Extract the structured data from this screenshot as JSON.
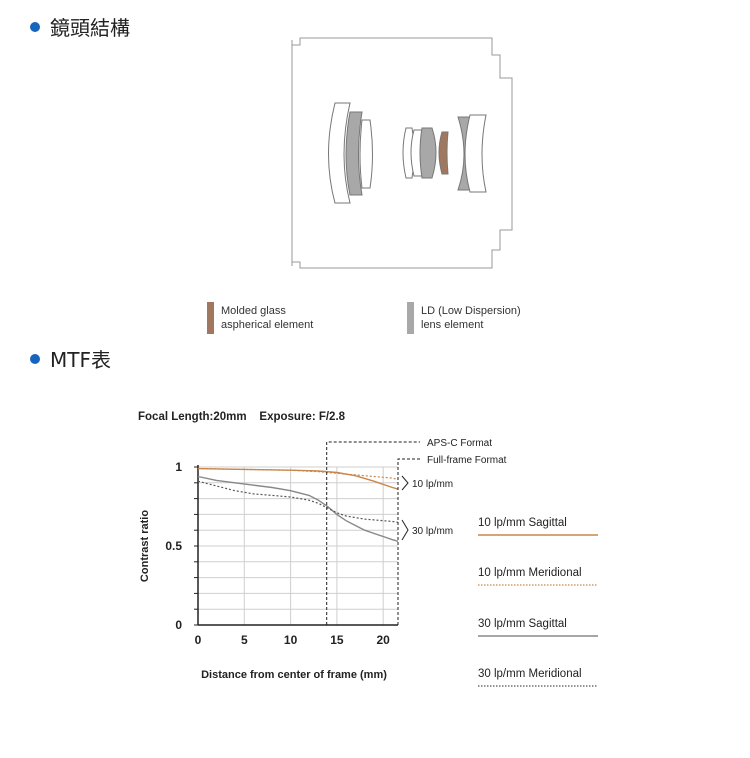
{
  "sections": {
    "lens_construction_title": "鏡頭結構",
    "mtf_title": "MTF表"
  },
  "lens_legend": [
    {
      "line1": "Molded glass",
      "line2": "aspherical element",
      "color": "#a07860"
    },
    {
      "line1": "LD (Low Dispersion)",
      "line2": "lens element",
      "color": "#a8a8a8"
    }
  ],
  "colors": {
    "bullet": "#1565c0",
    "sagittal_10": "#c8864a",
    "meridional_10": "#c8864a",
    "sagittal_30": "#888888",
    "meridional_30": "#555555"
  },
  "chart_data": {
    "type": "line",
    "header": "Focal Length:20mm    Exposure: F/2.8",
    "xlabel": "Distance from center of frame (mm)",
    "ylabel": "Contrast ratio",
    "xlim": [
      0,
      21.6
    ],
    "ylim": [
      0,
      1
    ],
    "x_ticks": [
      "0",
      "5",
      "10",
      "15",
      "20"
    ],
    "y_ticks": [
      "0",
      "0.5",
      "1"
    ],
    "annotations": {
      "apsc": "APS-C Format",
      "fullframe": "Full-frame Format",
      "apsc_x": 13.9,
      "fullframe_x": 21.6,
      "bracket_10": "10 lp/mm",
      "bracket_30": "30 lp/mm"
    },
    "series": [
      {
        "name": "10 lp/mm Sagittal",
        "style": "solid",
        "x": [
          0,
          5,
          10,
          13,
          15,
          17,
          19,
          21,
          21.6
        ],
        "y": [
          0.99,
          0.985,
          0.98,
          0.975,
          0.965,
          0.945,
          0.91,
          0.87,
          0.86
        ]
      },
      {
        "name": "10 lp/mm Meridional",
        "style": "dotted",
        "x": [
          0,
          5,
          10,
          13,
          15,
          17,
          19,
          21,
          21.6
        ],
        "y": [
          0.99,
          0.985,
          0.98,
          0.97,
          0.96,
          0.95,
          0.94,
          0.93,
          0.92
        ]
      },
      {
        "name": "30 lp/mm Sagittal",
        "style": "solid",
        "x": [
          0,
          2,
          4,
          6,
          8,
          10,
          12,
          13,
          14,
          15,
          16,
          17,
          18,
          19,
          20,
          21,
          21.6
        ],
        "y": [
          0.94,
          0.915,
          0.9,
          0.885,
          0.87,
          0.85,
          0.82,
          0.79,
          0.75,
          0.7,
          0.66,
          0.63,
          0.6,
          0.58,
          0.56,
          0.54,
          0.53
        ]
      },
      {
        "name": "30 lp/mm Meridional",
        "style": "dotted",
        "x": [
          0,
          2,
          4,
          6,
          8,
          10,
          12,
          13,
          14,
          15,
          16,
          17,
          18,
          19,
          20,
          21,
          21.6
        ],
        "y": [
          0.91,
          0.88,
          0.85,
          0.83,
          0.82,
          0.81,
          0.79,
          0.77,
          0.74,
          0.71,
          0.69,
          0.68,
          0.67,
          0.665,
          0.66,
          0.655,
          0.65
        ]
      }
    ]
  }
}
